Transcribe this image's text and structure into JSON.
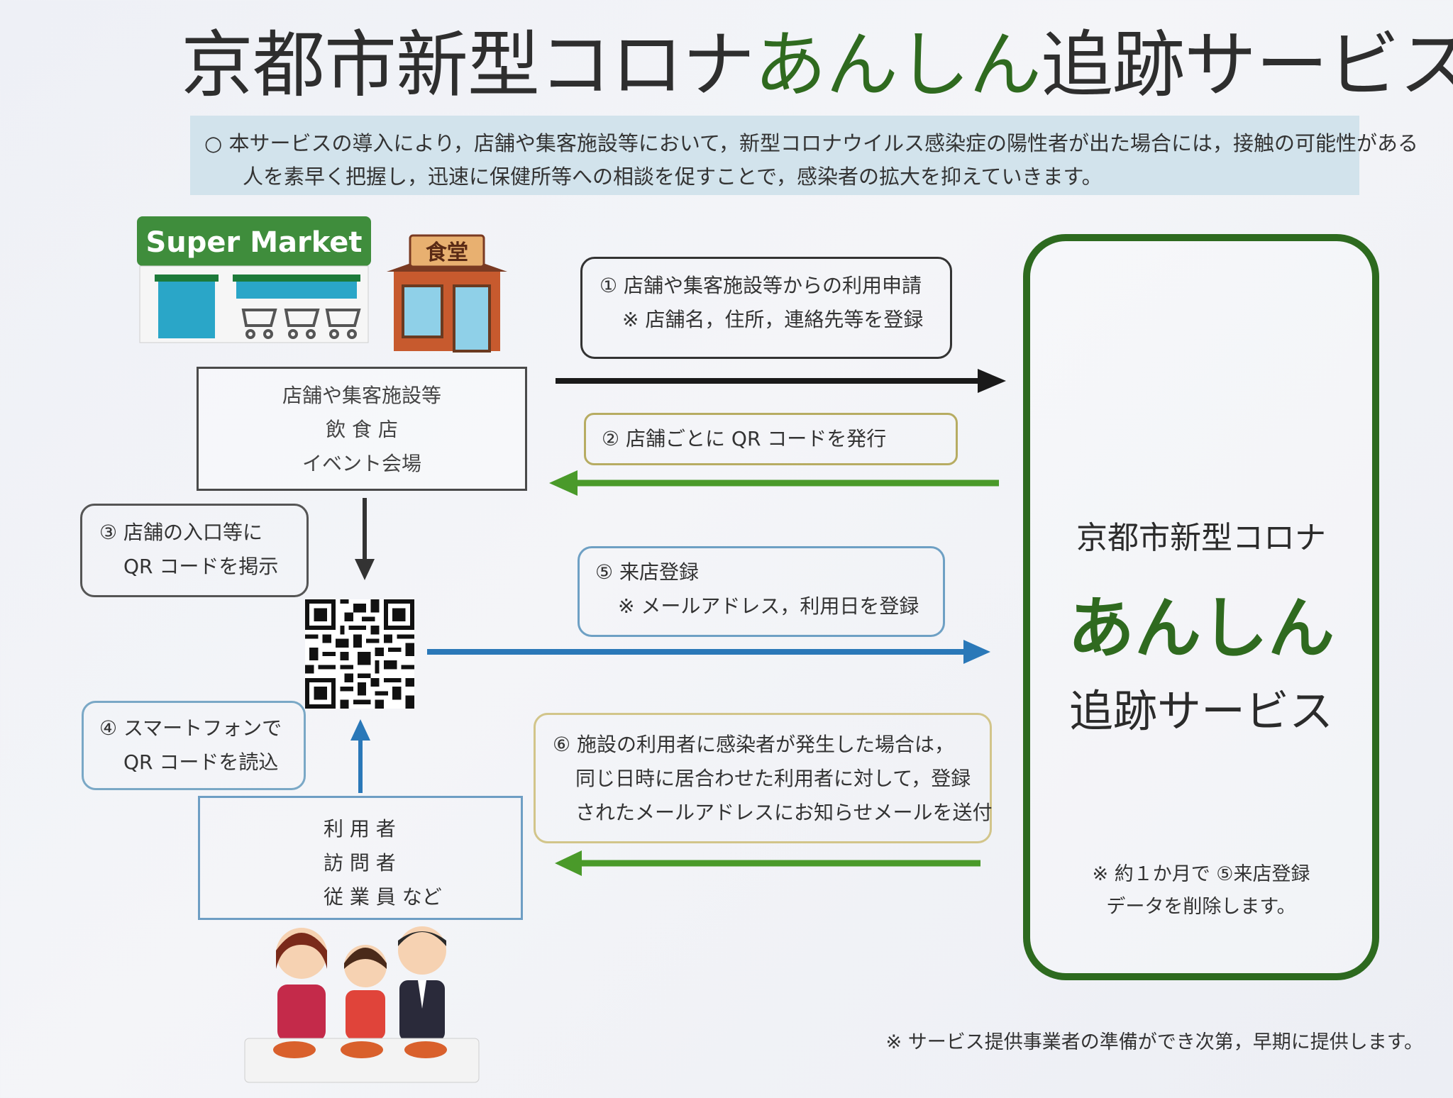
{
  "title": {
    "part1": "京都市新型コロナ",
    "part2": "あんしん",
    "part3": "追跡サービス"
  },
  "intro": {
    "line1": "○ 本サービスの導入により，店舗や集客施設等において，新型コロナウイルス感染症の陽性者が出た場合には，接触の可能性がある",
    "line2": "人を素早く把握し，迅速に保健所等への相談を促すことで，感染者の拡大を抑えていきます。"
  },
  "supermarket_sign": "Super Market",
  "shokudo_sign": "食堂",
  "facility_box": {
    "line1": "店舗や集客施設等",
    "line2": "飲 食 店",
    "line3": "イベント会場"
  },
  "user_box": {
    "line1": "利 用 者",
    "line2": "訪 問 者",
    "line3": "従 業 員 など"
  },
  "steps": {
    "s1": {
      "line1": "① 店舗や集客施設等からの利用申請",
      "line2": "※ 店舗名，住所，連絡先等を登録"
    },
    "s2": {
      "line1": "② 店舗ごとに QR コードを発行"
    },
    "s3": {
      "line1": "③ 店舗の入口等に",
      "line2": "QR コードを掲示"
    },
    "s4": {
      "line1": "④ スマートフォンで",
      "line2": "QR コードを読込"
    },
    "s5": {
      "line1": "⑤ 来店登録",
      "line2": "※ メールアドレス，利用日を登録"
    },
    "s6": {
      "line1": "⑥ 施設の利用者に感染者が発生した場合は，",
      "line2": "同じ日時に居合わせた利用者に対して，登録",
      "line3": "されたメールアドレスにお知らせメールを送付"
    }
  },
  "service_box": {
    "line1": "京都市新型コロナ",
    "line2": "あんしん",
    "line3": "追跡サービス",
    "note1": "※ 約１か月で ⑤来店登録",
    "note2": "データを削除します。"
  },
  "footnote": "※ サービス提供事業者の準備ができ次第，早期に提供します。",
  "colors": {
    "green": "#2f6a1f",
    "arrow_green": "#4a9a2a",
    "arrow_blue": "#2a78b8",
    "arrow_black": "#1a1a1a",
    "intro_bg": "#d2e3ec"
  }
}
